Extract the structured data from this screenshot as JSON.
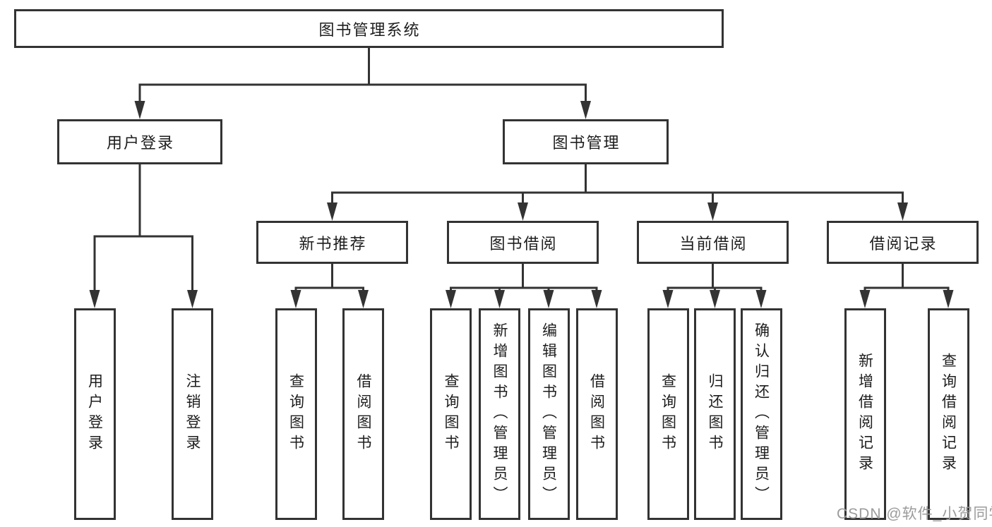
{
  "diagram": {
    "root": {
      "label": "图书管理系统"
    },
    "level2": {
      "user_login": {
        "label": "用户登录"
      },
      "book_management": {
        "label": "图书管理"
      }
    },
    "level3": {
      "new_book_recommend": {
        "label": "新书推荐"
      },
      "book_borrow": {
        "label": "图书借阅"
      },
      "current_borrow": {
        "label": "当前借阅"
      },
      "borrow_records": {
        "label": "借阅记录"
      }
    },
    "leaves": {
      "user_login": {
        "label": "用户登录"
      },
      "logout": {
        "label": "注销登录"
      },
      "recommend_query_books": {
        "label": "查询图书"
      },
      "recommend_borrow_books": {
        "label": "借阅图书"
      },
      "borrow_query_books": {
        "label": "查询图书"
      },
      "borrow_add_books": {
        "label": "新增图书（管理员）"
      },
      "borrow_edit_books": {
        "label": "编辑图书（管理员）"
      },
      "borrow_borrow_books": {
        "label": "借阅图书"
      },
      "current_query_books": {
        "label": "查询图书"
      },
      "current_return_books": {
        "label": "归还图书"
      },
      "current_confirm_return": {
        "label": "确认归还（管理员）"
      },
      "records_add_record": {
        "label": "新增借阅记录"
      },
      "records_query_record": {
        "label": "查询借阅记录"
      }
    }
  },
  "watermark": {
    "text": "CSDN @软件_小贺同学"
  },
  "colors": {
    "line": "#333333",
    "box_border": "#333333",
    "text": "#1d1d1d",
    "background": "#ffffff",
    "watermark": "#9b9b9b"
  }
}
